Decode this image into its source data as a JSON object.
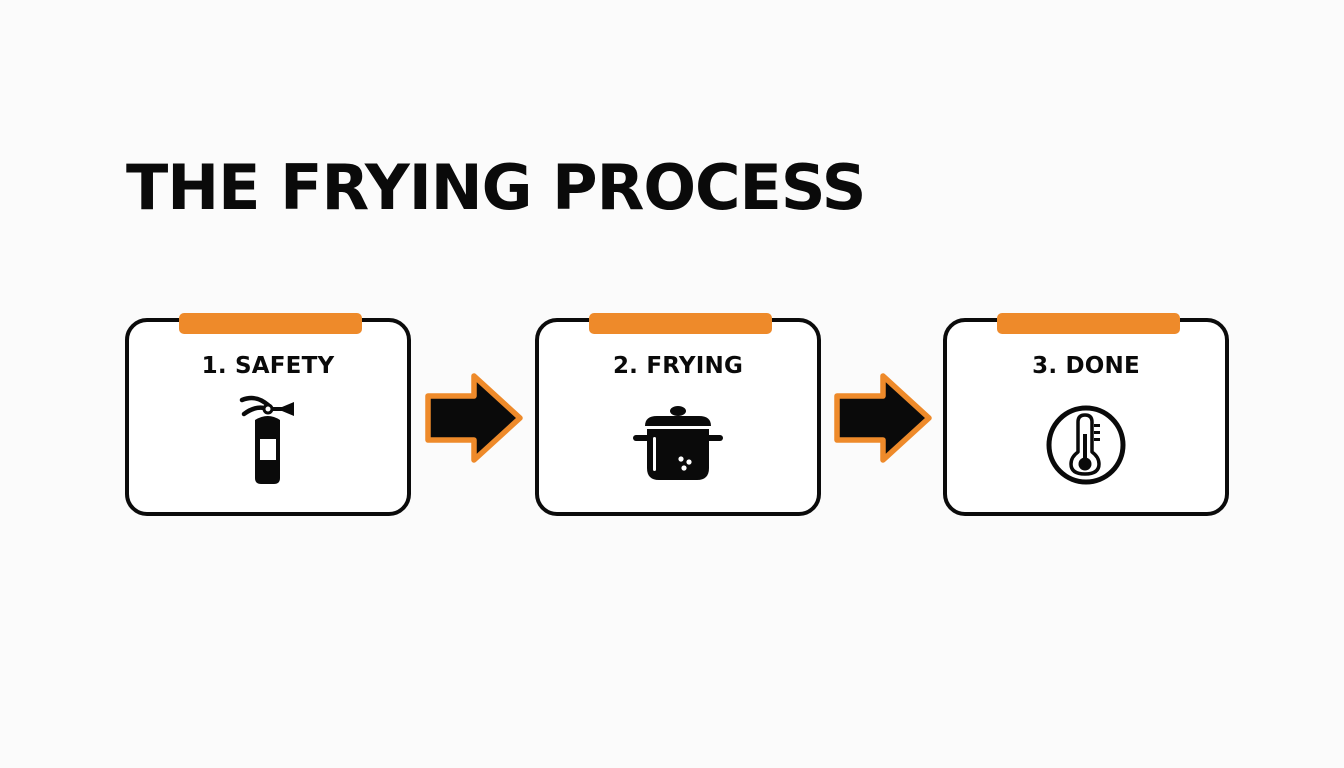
{
  "title": "THE FRYING PROCESS",
  "colors": {
    "accent": "#ee8a2a",
    "ink": "#0a0a0a",
    "background": "#fbfbfb",
    "card": "#ffffff"
  },
  "steps": [
    {
      "label": "1. SAFETY",
      "icon": "fire-extinguisher-icon"
    },
    {
      "label": "2. FRYING",
      "icon": "cooking-pot-icon"
    },
    {
      "label": "3. DONE",
      "icon": "thermometer-icon"
    }
  ],
  "connectors": [
    {
      "icon": "arrow-right-icon",
      "from": "1. SAFETY",
      "to": "2. FRYING"
    },
    {
      "icon": "arrow-right-icon",
      "from": "2. FRYING",
      "to": "3. DONE"
    }
  ]
}
